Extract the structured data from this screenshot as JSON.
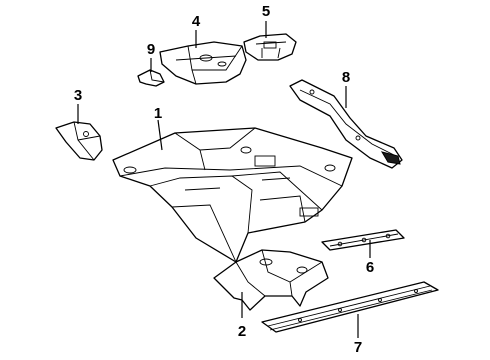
{
  "callouts": [
    {
      "num": "1"
    },
    {
      "num": "2"
    },
    {
      "num": "3"
    },
    {
      "num": "4"
    },
    {
      "num": "5"
    },
    {
      "num": "6"
    },
    {
      "num": "7"
    },
    {
      "num": "8"
    },
    {
      "num": "9"
    }
  ]
}
